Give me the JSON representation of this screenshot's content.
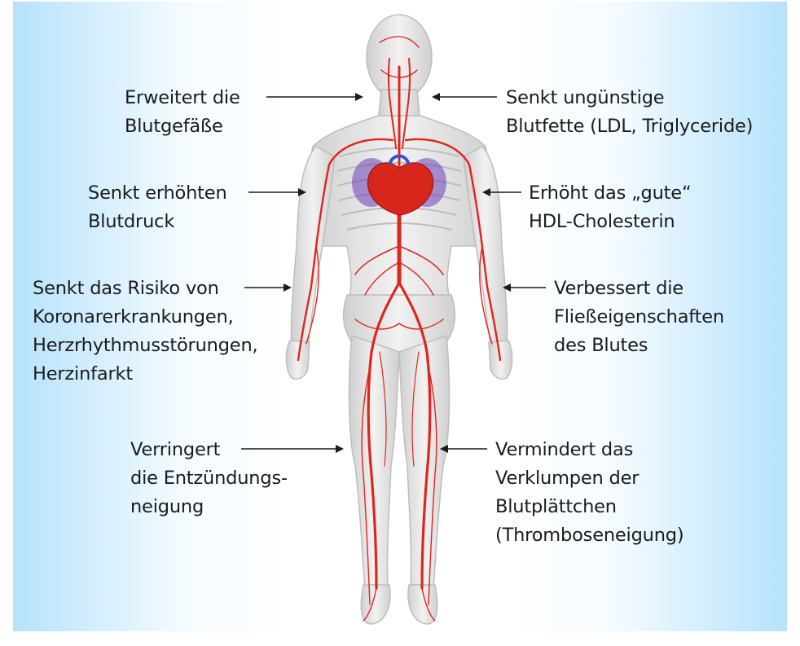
{
  "colors": {
    "background_edge": "#b6e2fb",
    "background_center": "#ffffff",
    "body_fill": "#e9e9e9",
    "artery": "#e0251c",
    "heart": "#d8261d",
    "lungs": "#6b3fb8",
    "text": "#1b1b1b"
  },
  "labels": [
    {
      "id": "dilates-vessels",
      "side": "left",
      "lines": [
        "Erweitert die",
        "Blutgefäße"
      ]
    },
    {
      "id": "lowers-blood-pressure",
      "side": "left",
      "lines": [
        "Senkt erhöhten",
        "Blutdruck"
      ]
    },
    {
      "id": "lowers-coronary-risk",
      "side": "left",
      "lines": [
        "Senkt das Risiko von",
        "Koronarerkrankungen,",
        "Herzrhythmusstörungen,",
        "Herzinfarkt"
      ]
    },
    {
      "id": "reduces-inflammation",
      "side": "left",
      "lines": [
        "Verringert",
        "die Entzündungs-",
        "neigung"
      ]
    },
    {
      "id": "lowers-blood-lipids",
      "side": "right",
      "lines": [
        "Senkt ungünstige",
        "Blutfette (LDL, Triglyceride)"
      ]
    },
    {
      "id": "raises-hdl",
      "side": "right",
      "lines": [
        "Erhöht das „gute“",
        "HDL-Cholesterin"
      ]
    },
    {
      "id": "improves-flow",
      "side": "right",
      "lines": [
        "Verbessert die",
        "Fließeigenschaften",
        "des Blutes"
      ]
    },
    {
      "id": "reduces-platelet-clumping",
      "side": "right",
      "lines": [
        "Vermindert das",
        "Verklumpen der",
        "Blutplättchen",
        "(Thromboseneigung)"
      ]
    }
  ]
}
